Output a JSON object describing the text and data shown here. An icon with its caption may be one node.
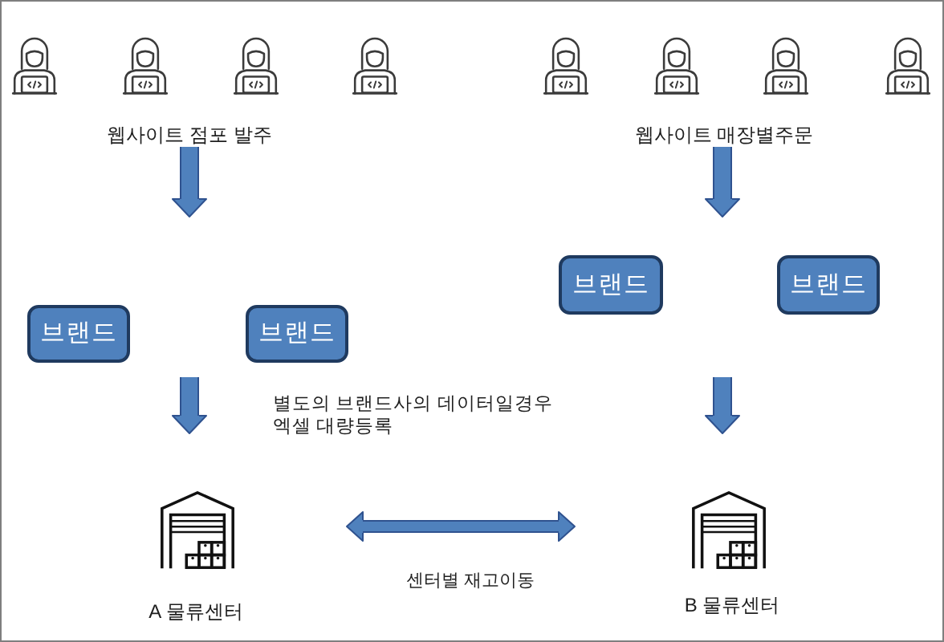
{
  "diagram": {
    "nodes": [
      {
        "text": [
          "웹사이트 점포 발주"
        ]
      },
      {
        "text": [
          "웹사이트 매장별주문"
        ]
      },
      {
        "text": [
          "브랜드"
        ]
      },
      {
        "text": [
          "브랜드"
        ]
      },
      {
        "text": [
          "브랜드"
        ]
      },
      {
        "text": [
          "브랜드"
        ]
      },
      {
        "text": [
          "A 물류센터"
        ]
      },
      {
        "text": [
          "B 물류센터"
        ]
      }
    ],
    "edges": [
      {
        "from": 0,
        "to": null,
        "arrow": "to"
      },
      {
        "from": 1,
        "to": null,
        "arrow": "to"
      },
      {
        "from": null,
        "to": 6,
        "arrow": "to"
      },
      {
        "from": null,
        "to": 7,
        "arrow": "to"
      },
      {
        "from": 6,
        "to": 7,
        "arrow": "both",
        "label": "센터별 재고이동"
      }
    ],
    "labels": [
      "별도의 브랜드사의 데이터일경우 엑셀 대량등록"
    ]
  }
}
